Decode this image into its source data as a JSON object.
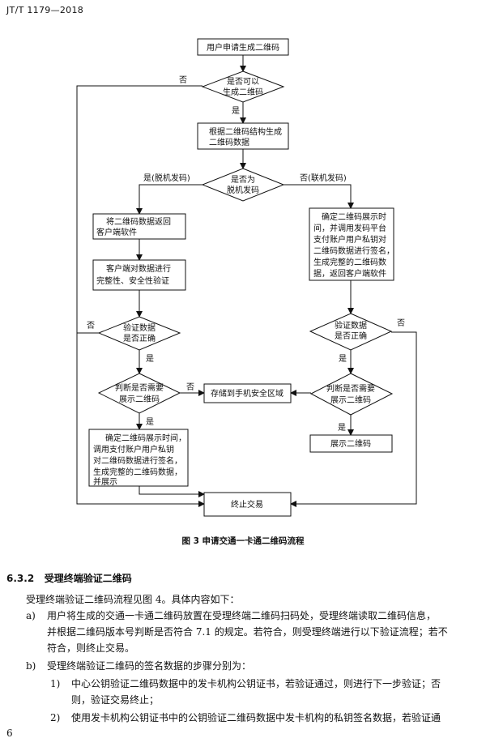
{
  "header": {
    "standard_code": "JT/T 1179—2018"
  },
  "flowchart": {
    "start": "用户申请生成二维码",
    "decision_can_generate": [
      "是否可以",
      "生成二维码"
    ],
    "label_yes": "是",
    "label_no": "否",
    "generate_data": [
      "根据二维码结构生成",
      "二维码数据"
    ],
    "decision_offline": [
      "是否为",
      "脱机发码"
    ],
    "label_offline_yes": "是(脱机发码)",
    "label_offline_no": "否(联机发码)",
    "offline_return": [
      "将二维码数据返回",
      "客户端软件"
    ],
    "client_verify": [
      "客户端对数据进行",
      "完整性、安全性验证"
    ],
    "online_process": [
      "确定二维码展示时",
      "间，并调用发码平台",
      "支付账户用户私钥对",
      "二维码数据进行签名，",
      "生成完整的二维码数",
      "据，返回客户端软件"
    ],
    "decision_verify": [
      "验证数据",
      "是否正确"
    ],
    "decision_display": [
      "判断是否需要",
      "展示二维码"
    ],
    "store_secure": "存储到手机安全区域",
    "offline_sign": [
      "确定二维码展示时间，",
      "调用支付账户用户私钥",
      "对二维码数据进行签名，",
      "生成完整的二维码数据，",
      "并展示"
    ],
    "show_qr": "展示二维码",
    "terminate": "终止交易"
  },
  "figure_caption": "图 3    申请交通一卡通二维码流程",
  "section": {
    "number": "6.3.2",
    "title": "受理终端验证二维码"
  },
  "body": {
    "intro": "受理终端验证二维码流程见图 4。具体内容如下：",
    "item_a_marker": "a)",
    "item_a_line1": "用户将生成的交通一卡通二维码放置在受理终端二维码扫码处，受理终端读取二维码信息，",
    "item_a_line2": "并根据二维码版本号判断是否符合 7.1 的规定。若符合，则受理终端进行以下验证流程；若不",
    "item_a_line3": "符合，则终止交易。",
    "item_b_marker": "b)",
    "item_b_line1": "受理终端验证二维码的签名数据的步骤分别为：",
    "item_b1_marker": "1)",
    "item_b1_line1": "中心公钥验证二维码数据中的发卡机构公钥证书，若验证通过，则进行下一步验证；否",
    "item_b1_line2": "则，验证交易终止；",
    "item_b2_marker": "2)",
    "item_b2_line1": "使用发卡机构公钥证书中的公钥验证二维码数据中发卡机构的私钥签名数据，若验证通"
  },
  "page_number": "6"
}
